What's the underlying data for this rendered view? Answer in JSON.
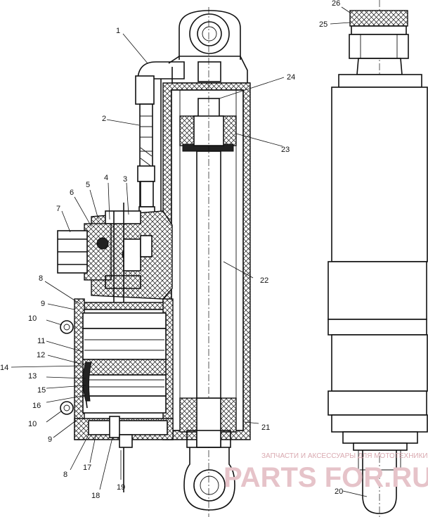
{
  "labels": [
    {
      "id": "1",
      "text": "1"
    },
    {
      "id": "2",
      "text": "2"
    },
    {
      "id": "3",
      "text": "3"
    },
    {
      "id": "4",
      "text": "4"
    },
    {
      "id": "5",
      "text": "5"
    },
    {
      "id": "6",
      "text": "6"
    },
    {
      "id": "7",
      "text": "7"
    },
    {
      "id": "8",
      "text": "8"
    },
    {
      "id": "9",
      "text": "9"
    },
    {
      "id": "10",
      "text": "10"
    },
    {
      "id": "11",
      "text": "11"
    },
    {
      "id": "12",
      "text": "12"
    },
    {
      "id": "13",
      "text": "13"
    },
    {
      "id": "14",
      "text": "14"
    },
    {
      "id": "15",
      "text": "15"
    },
    {
      "id": "16",
      "text": "16"
    },
    {
      "id": "17",
      "text": "17"
    },
    {
      "id": "18",
      "text": "18"
    },
    {
      "id": "19",
      "text": "19"
    },
    {
      "id": "20",
      "text": "20"
    },
    {
      "id": "21",
      "text": "21"
    },
    {
      "id": "22",
      "text": "22"
    },
    {
      "id": "23",
      "text": "23"
    },
    {
      "id": "24",
      "text": "24"
    },
    {
      "id": "25",
      "text": "25"
    },
    {
      "id": "26",
      "text": "26"
    },
    {
      "id": "9b",
      "text": "9"
    },
    {
      "id": "10b",
      "text": "10"
    },
    {
      "id": "8b",
      "text": "8"
    }
  ],
  "watermark": {
    "tagline": "ЗАПЧАСТИ И АКСЕССУАРЫ ДЛЯ МОТОТЕХНИКИ",
    "brand": "PARTS FOR.RU"
  }
}
